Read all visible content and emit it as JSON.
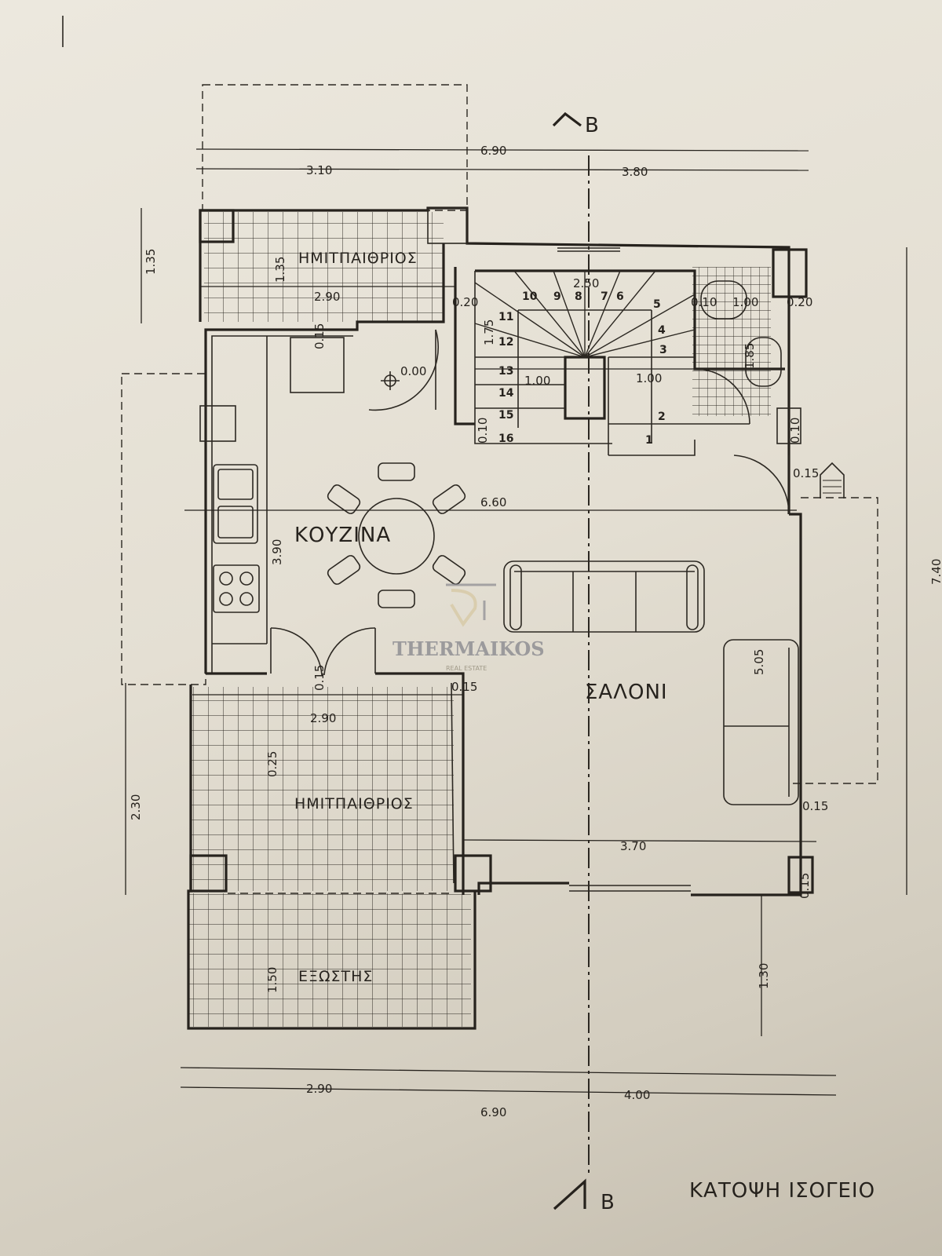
{
  "title": "ΚΑΤΟΨΗ ΙΣΟΓΕΙΟ",
  "section_marker": "B",
  "rooms": {
    "terrace_top": "ΗΜΙΤΠΑΙΘΡΙΟΣ",
    "kitchen": "ΚΟΥΖΙΝΑ",
    "living": "ΣΑΛΟΝΙ",
    "terrace_bottom": "ΗΜΙΤΠΑΙΘΡΙΟΣ",
    "balcony": "ΕΞΩΣΤΗΣ"
  },
  "level": "0.00",
  "dimensions": {
    "top_total": "6.90",
    "top_left": "3.10",
    "top_right": "3.80",
    "terrace_depth_outer": "1.35",
    "terrace_depth_inner": "1.35",
    "terrace_width": "2.90",
    "stair_width": "2.50",
    "wall_a": "0.20",
    "wall_b": "0.10",
    "wc_width": "1.00",
    "wall_c": "0.20",
    "stair_depth": "1.75",
    "landing_left": "1.00",
    "landing_right": "1.00",
    "wc_depth": "1.85",
    "kitchen_wall": "0.15",
    "stair_wall": "0.10",
    "wc_wall": "0.10",
    "entry_wall": "0.15",
    "living_width": "6.60",
    "kitchen_depth": "3.90",
    "right_total": "7.40",
    "living_depth": "5.05",
    "right_wall": "0.15",
    "lower_terrace_width": "2.90",
    "door_wall_l": "0.15",
    "door_wall_r": "0.15",
    "lower_terrace_depth": "2.30",
    "lower_terrace_inner": "0.25",
    "living_bottom": "3.70",
    "corner_wall": "0.15",
    "balcony_depth": "1.50",
    "balcony_right": "1.30",
    "bottom_left": "2.90",
    "bottom_right": "4.00",
    "bottom_total": "6.90"
  },
  "stair_steps": [
    "1",
    "2",
    "3",
    "4",
    "5",
    "6",
    "7",
    "8",
    "9",
    "10",
    "11",
    "12",
    "13",
    "14",
    "15",
    "16"
  ],
  "watermark": {
    "brand": "THERMAIKOS",
    "sub": "REAL ESTATE"
  }
}
